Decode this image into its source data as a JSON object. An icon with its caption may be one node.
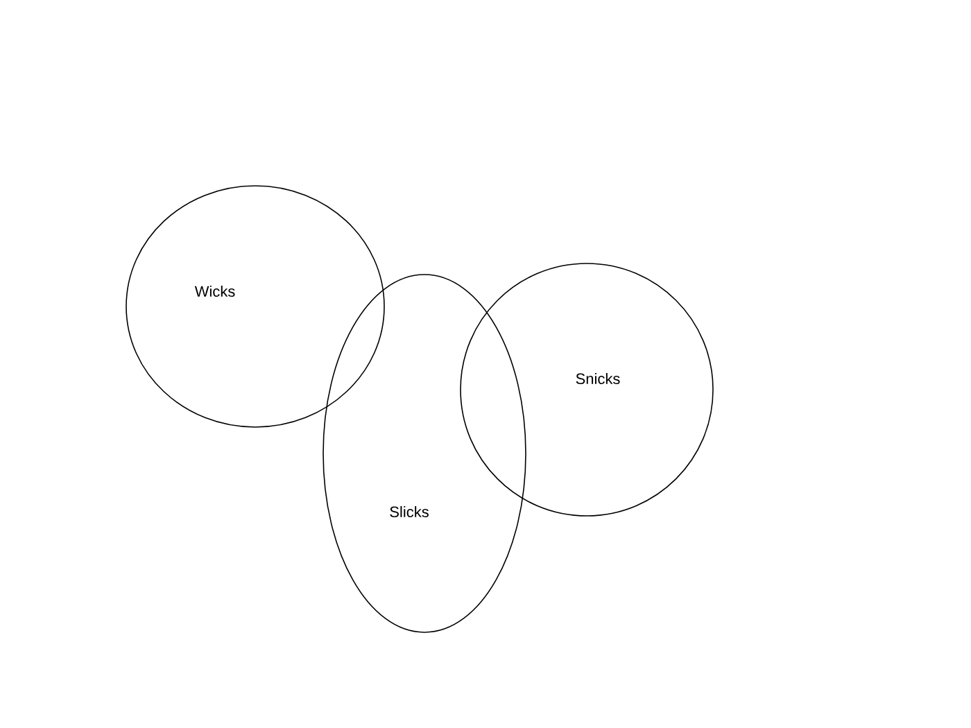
{
  "diagram": {
    "nodes": [
      {
        "text": [
          "Wicks"
        ]
      },
      {
        "text": [
          "Slicks"
        ]
      },
      {
        "text": [
          "Snicks"
        ]
      }
    ]
  }
}
